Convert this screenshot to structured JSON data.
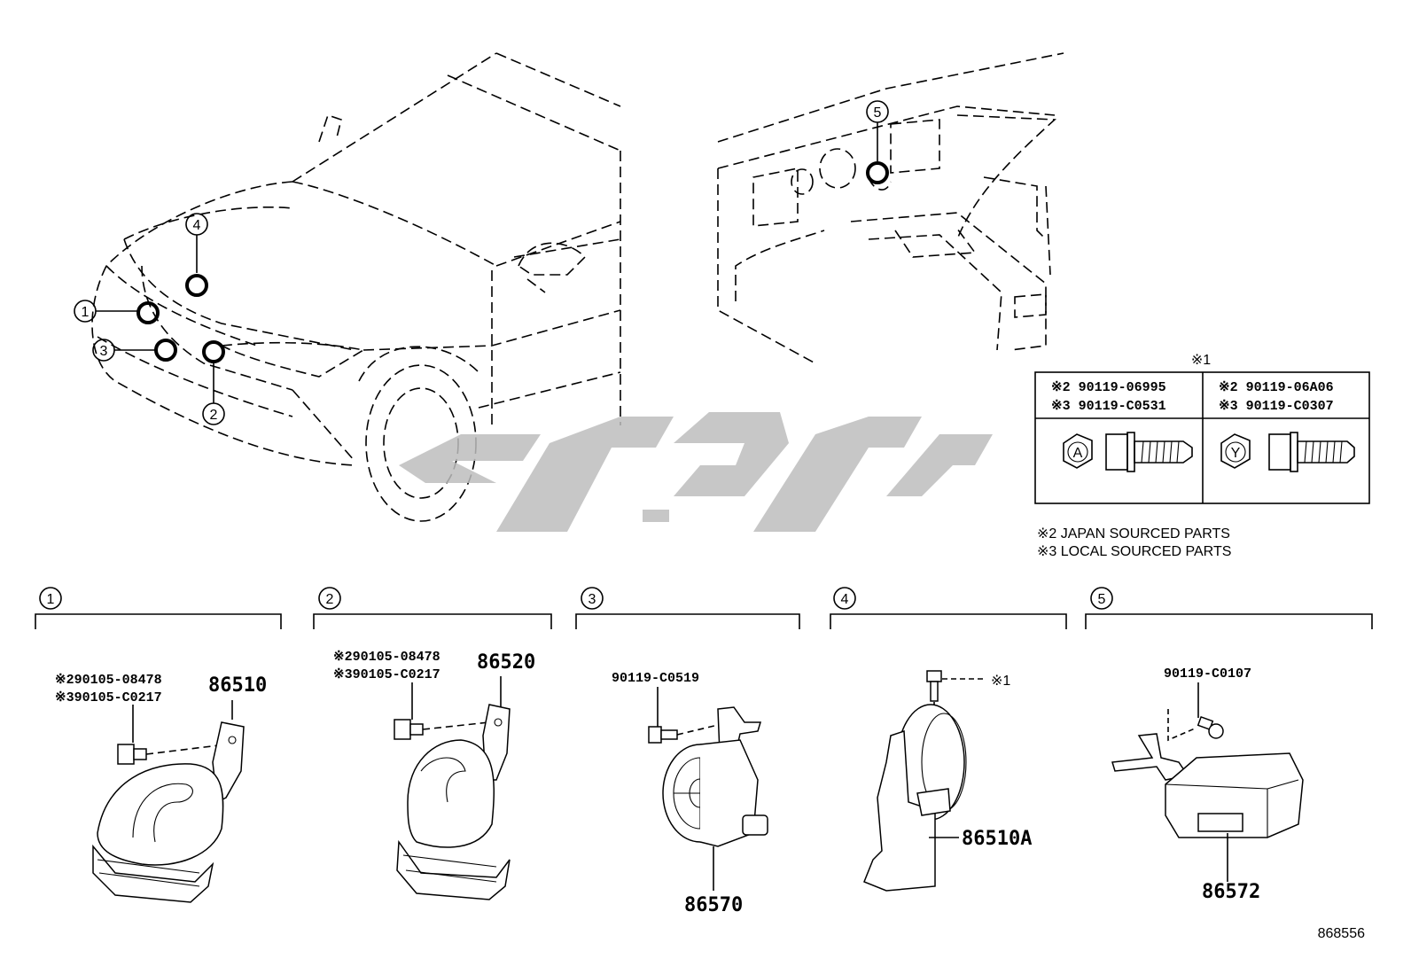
{
  "locations": {
    "markers": [
      "1",
      "2",
      "3",
      "4",
      "5"
    ]
  },
  "fastener_table": {
    "note_mark": "※1",
    "columns": [
      {
        "jp_label": "※2 90119-06995",
        "local_label": "※3 90119-C0531",
        "head_letter": "A"
      },
      {
        "jp_label": "※2 90119-06A06",
        "local_label": "※3 90119-C0307",
        "head_letter": "Y"
      }
    ]
  },
  "legend": {
    "jp": "※2 JAPAN SOURCED PARTS",
    "local": "※3 LOCAL SOURCED PARTS"
  },
  "sections": [
    {
      "num": "1",
      "part_no": "86510",
      "bolt_jp": "※290105-08478",
      "bolt_local": "※390105-C0217"
    },
    {
      "num": "2",
      "part_no": "86520",
      "bolt_jp": "※290105-08478",
      "bolt_local": "※390105-C0217"
    },
    {
      "num": "3",
      "part_no": "86570",
      "bolt": "90119-C0519"
    },
    {
      "num": "4",
      "part_no": "86510A",
      "bolt_note": "※1"
    },
    {
      "num": "5",
      "part_no": "86572",
      "bolt": "90119-C0107"
    }
  ],
  "diagram_id": "868556",
  "watermark_icon": "arabic-script-logo-watermark"
}
